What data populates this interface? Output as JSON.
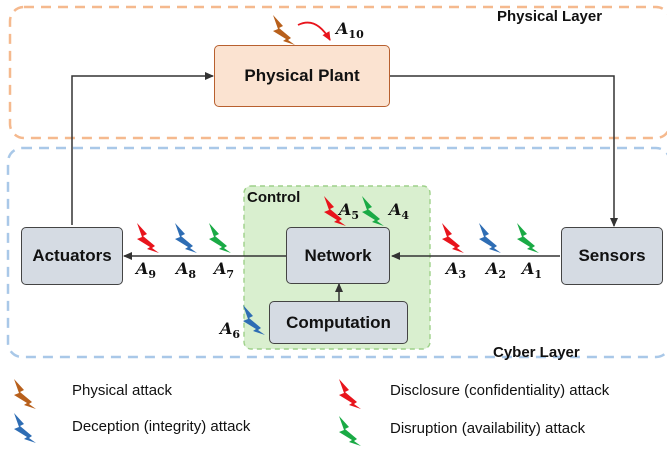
{
  "layers": {
    "physical": "Physical Layer",
    "cyber": "Cyber Layer",
    "control": "Control"
  },
  "nodes": {
    "plant": "Physical Plant",
    "actuators": "Actuators",
    "network": "Network",
    "sensors": "Sensors",
    "computation": "Computation"
  },
  "attacks": {
    "a1": {
      "base": "A",
      "sub": "1"
    },
    "a2": {
      "base": "A",
      "sub": "2"
    },
    "a3": {
      "base": "A",
      "sub": "3"
    },
    "a4": {
      "base": "A",
      "sub": "4"
    },
    "a5": {
      "base": "A",
      "sub": "5"
    },
    "a6": {
      "base": "A",
      "sub": "6"
    },
    "a7": {
      "base": "A",
      "sub": "7"
    },
    "a8": {
      "base": "A",
      "sub": "8"
    },
    "a9": {
      "base": "A",
      "sub": "9"
    },
    "a10": {
      "base": "A",
      "sub": "10"
    }
  },
  "legend": {
    "physical": "Physical attack",
    "deception": "Deception (integrity) attack",
    "disclosure": "Disclosure (confidentiality) attack",
    "disruption": "Disruption (availability) attack"
  },
  "colors": {
    "physical": "#b8601c",
    "deception": "#2e6db4",
    "disclosure": "#e8141c",
    "disruption": "#1aaa45",
    "physical_layer_border": "#f5b98e",
    "cyber_layer_border": "#a9c8e8",
    "control_fill": "#d9efcf"
  }
}
